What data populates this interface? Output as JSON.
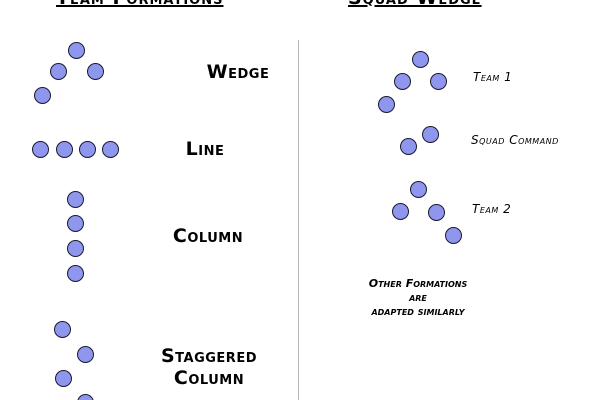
{
  "headings": {
    "left": "Team Formations",
    "right": "Squad Wedge"
  },
  "formations": [
    {
      "label_lines": [
        "Wedge"
      ]
    },
    {
      "label_lines": [
        "Line"
      ]
    },
    {
      "label_lines": [
        "Column"
      ]
    },
    {
      "label_lines": [
        "Staggered",
        "Column"
      ]
    }
  ],
  "squad": {
    "teams": [
      {
        "label": "Team 1"
      },
      {
        "label": "Squad Command"
      },
      {
        "label": "Team 2"
      }
    ],
    "note_lines": [
      "Other Formations",
      "are",
      "adapted similarly"
    ]
  },
  "colors": {
    "dot_fill": "#8f96ee",
    "dot_outline": "#1a1a2e",
    "divider": "#b8b8b8"
  }
}
